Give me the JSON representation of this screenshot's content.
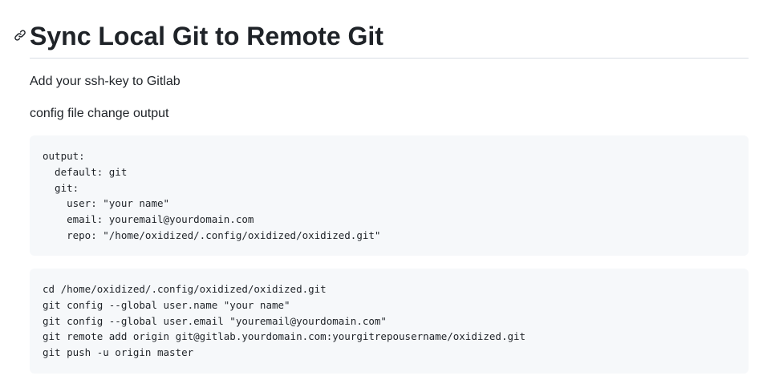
{
  "section": {
    "title": "Sync Local Git to Remote Git",
    "anchor_icon": "link-icon"
  },
  "paragraphs": [
    "Add your ssh-key to Gitlab",
    "config file change output"
  ],
  "code_blocks": [
    {
      "lines": [
        "output:",
        "  default: git",
        "  git:",
        "    user: \"your name\"",
        "    email: youremail@yourdomain.com",
        "    repo: \"/home/oxidized/.config/oxidized/oxidized.git\""
      ]
    },
    {
      "lines": [
        "cd /home/oxidized/.config/oxidized/oxidized.git",
        "git config --global user.name \"your name\"",
        "git config --global user.email \"youremail@yourdomain.com\"",
        "git remote add origin git@gitlab.yourdomain.com:yourgitrepousername/oxidized.git",
        "git push -u origin master"
      ]
    }
  ]
}
